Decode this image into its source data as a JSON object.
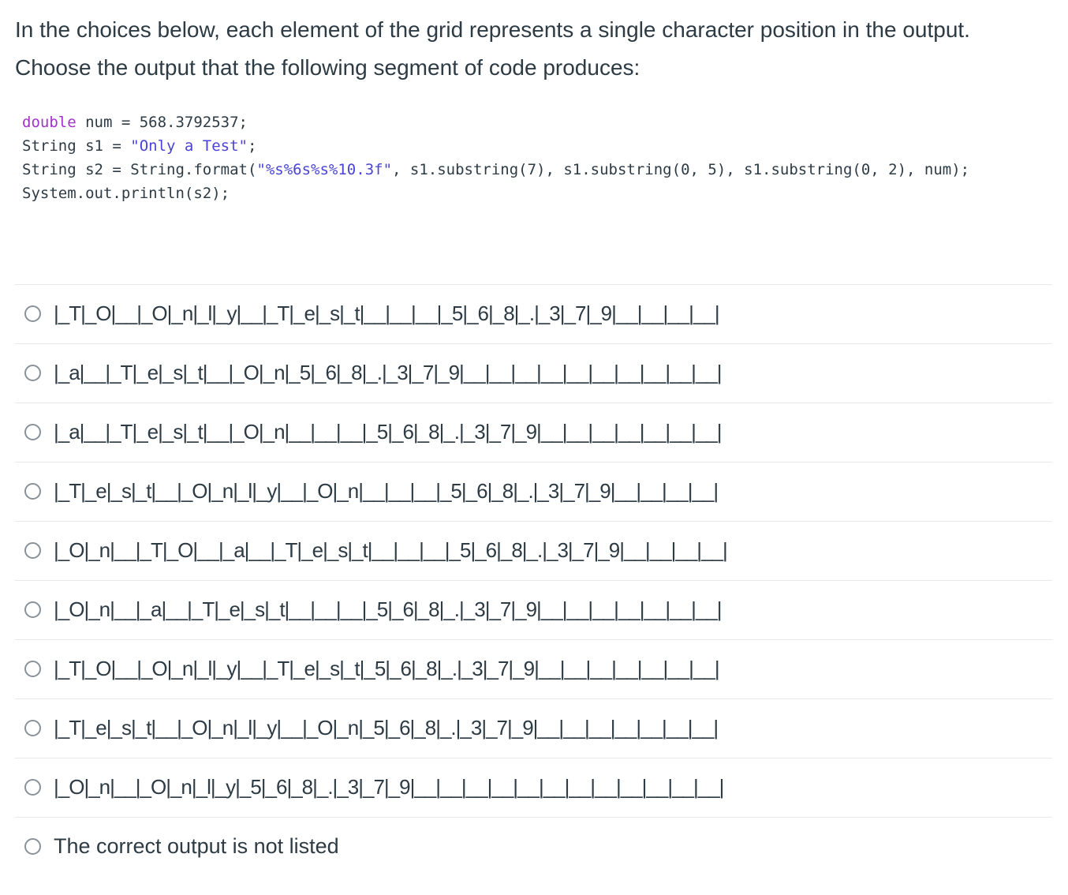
{
  "question": {
    "text": "In the choices below, each element of the grid represents a single character position in the output.  Choose the output that the following segment of code produces:"
  },
  "code": {
    "lines": [
      {
        "segments": [
          {
            "text": "double",
            "type": "keyword"
          },
          {
            "text": " num = 568.3792537;",
            "type": "plain"
          }
        ]
      },
      {
        "segments": [
          {
            "text": "String s1 = ",
            "type": "plain"
          },
          {
            "text": "\"Only a Test\"",
            "type": "string"
          },
          {
            "text": ";",
            "type": "plain"
          }
        ]
      },
      {
        "segments": [
          {
            "text": "String s2 = String.format(",
            "type": "plain"
          },
          {
            "text": "\"%s%6s%s%10.3f\"",
            "type": "string"
          },
          {
            "text": ", s1.substring(7), s1.substring(0, 5), s1.substring(0, 2), num);",
            "type": "plain"
          }
        ]
      },
      {
        "segments": [
          {
            "text": "System.out.println(s2);",
            "type": "plain"
          }
        ]
      }
    ]
  },
  "options": [
    {
      "kind": "grid",
      "text": "|_T|_O|__|_O|_n|_l|_y|__|_T|_e|_s|_t|__|__|__|_5|_6|_8|_.|_3|_7|_9|__|__|__|__|"
    },
    {
      "kind": "grid",
      "text": "|_a|__|_T|_e|_s|_t|__|_O|_n|_5|_6|_8|_.|_3|_7|_9|__|__|__|__|__|__|__|__|__|__|"
    },
    {
      "kind": "grid",
      "text": "|_a|__|_T|_e|_s|_t|__|_O|_n|__|__|__|_5|_6|_8|_.|_3|_7|_9|__|__|__|__|__|__|__|"
    },
    {
      "kind": "grid",
      "text": "|_T|_e|_s|_t|__|_O|_n|_l|_y|__|_O|_n|__|__|__|_5|_6|_8|_.|_3|_7|_9|__|__|__|__|"
    },
    {
      "kind": "grid",
      "text": "|_O|_n|__|_T|_O|__|_a|__|_T|_e|_s|_t|__|__|__|_5|_6|_8|_.|_3|_7|_9|__|__|__|__|"
    },
    {
      "kind": "grid",
      "text": "|_O|_n|__|_a|__|_T|_e|_s|_t|__|__|__|_5|_6|_8|_.|_3|_7|_9|__|__|__|__|__|__|__|"
    },
    {
      "kind": "grid",
      "text": "|_T|_O|__|_O|_n|_l|_y|__|_T|_e|_s|_t|_5|_6|_8|_.|_3|_7|_9|__|__|__|__|__|__|__|"
    },
    {
      "kind": "grid",
      "text": "|_T|_e|_s|_t|__|_O|_n|_l|_y|__|_O|_n|_5|_6|_8|_.|_3|_7|_9|__|__|__|__|__|__|__|"
    },
    {
      "kind": "grid",
      "text": "|_O|_n|__|_O|_n|_l|_y|_5|_6|_8|_.|_3|_7|_9|__|__|__|__|__|__|__|__|__|__|__|__|"
    },
    {
      "kind": "text",
      "text": "The correct output is not listed"
    }
  ],
  "colors": {
    "text_color": "#2D3B45",
    "keyword_color": "#A233C9",
    "string_color": "#4A44D4",
    "divider_color": "#E7E9EB",
    "radio_border_color": "#8A9299"
  }
}
